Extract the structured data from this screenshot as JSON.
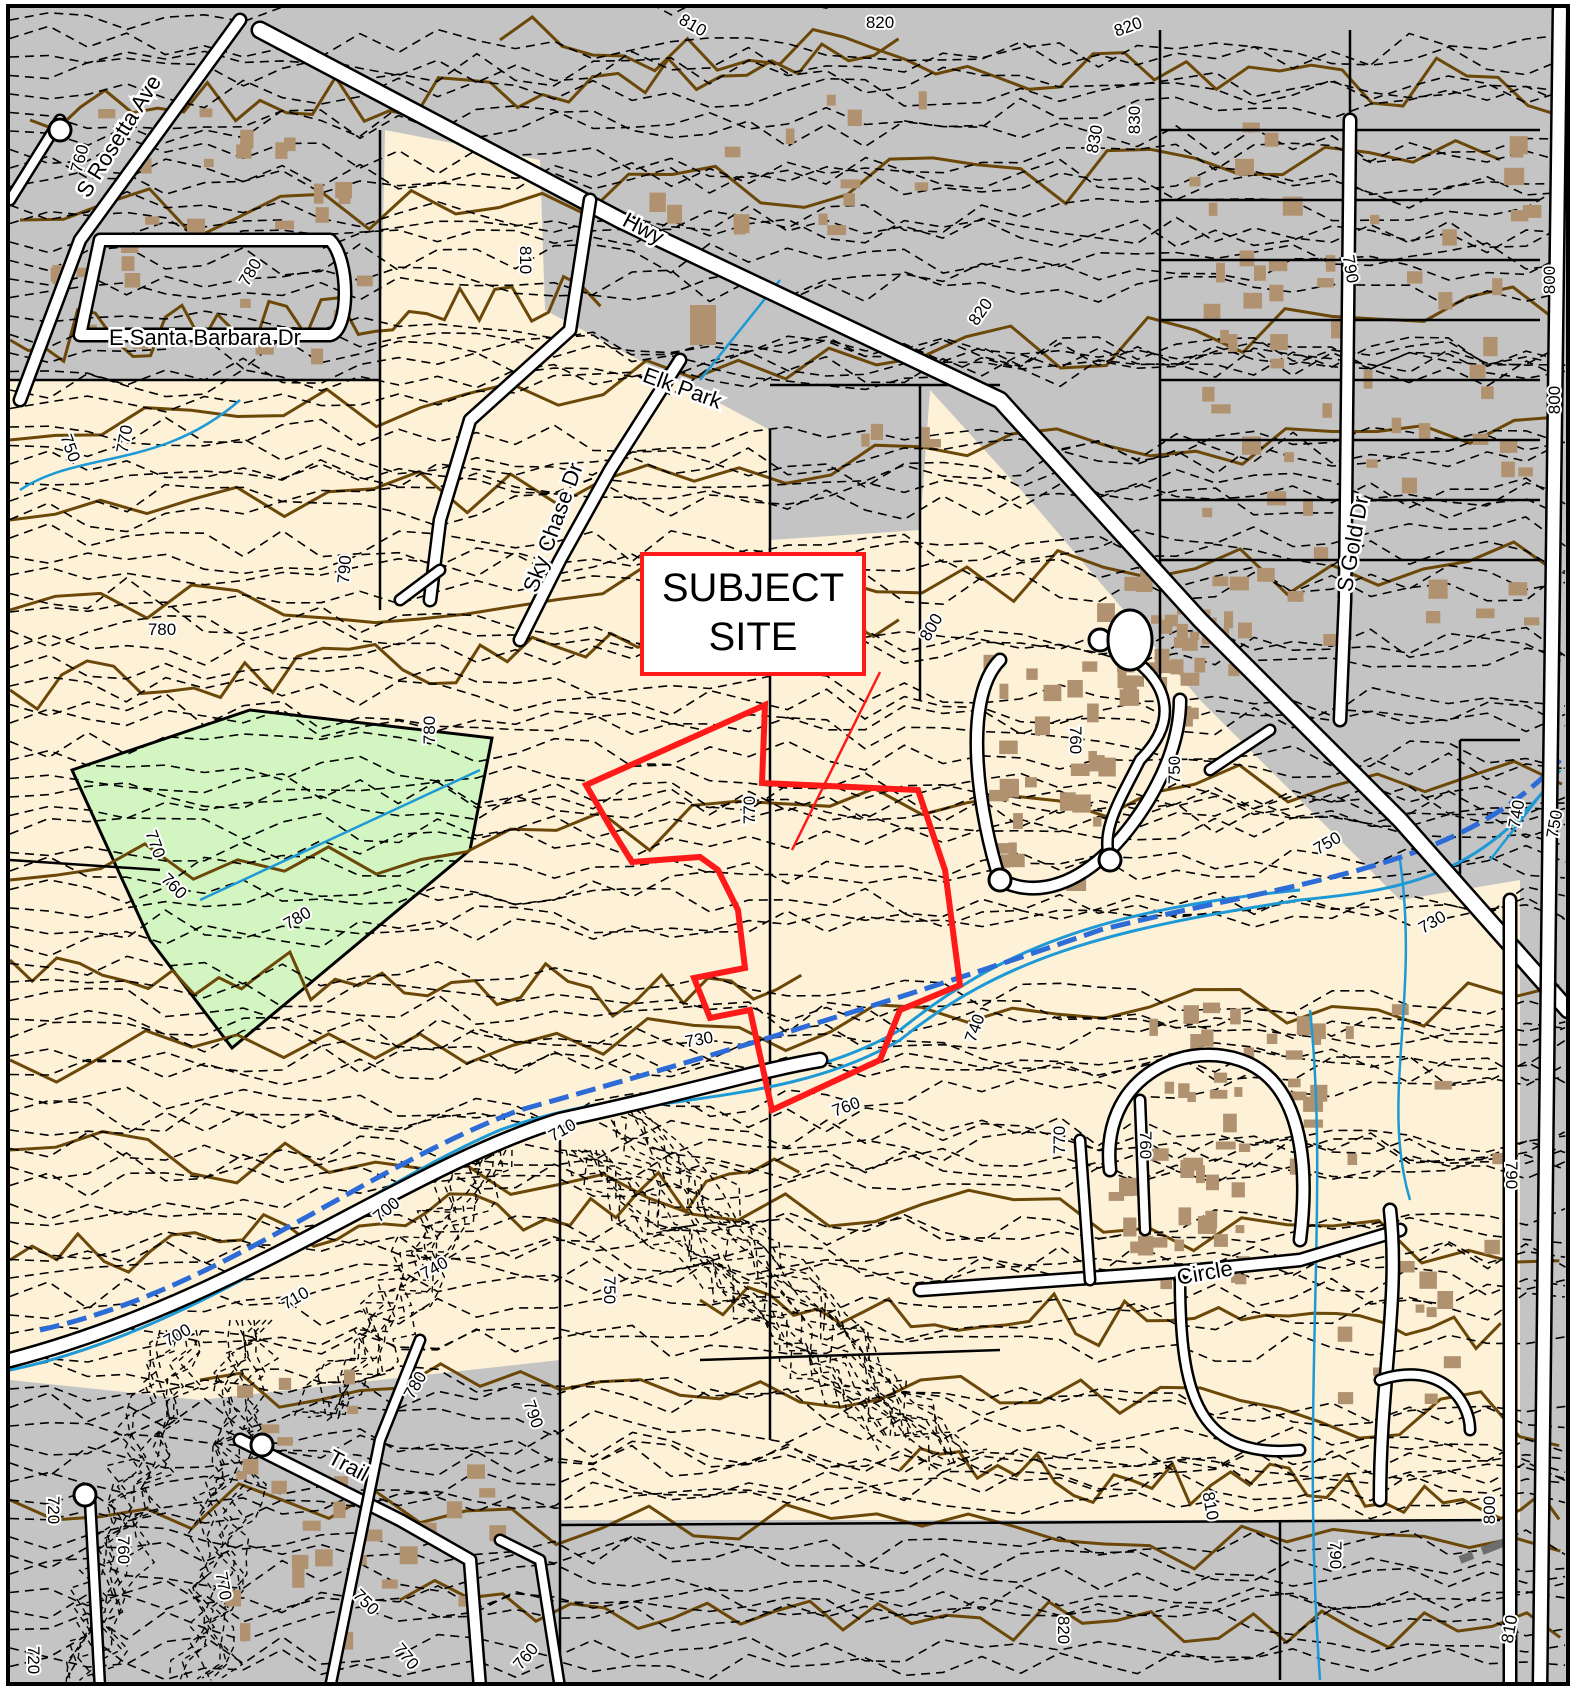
{
  "map": {
    "colors": {
      "background": "#c4c4c4",
      "parcel_fill": "#fdf1d8",
      "park_fill": "#d3f5c1",
      "contour": "#6b4708",
      "road": "#ffffff",
      "road_casing": "#000000",
      "stream": "#1d9ad6",
      "subject_outline": "#ff1a1a",
      "building": "#b09270",
      "frame": "#000000"
    },
    "callout": {
      "line1": "SUBJECT",
      "line2": "SITE"
    },
    "street_labels": [
      "S Rosetta Ave",
      "E Santa Barbara Dr",
      "Hwy",
      "Elk Park",
      "Sky Chase Dr",
      "S Gold Dr",
      "Circle",
      "Trail"
    ],
    "contour_labels": [
      "810",
      "820",
      "820",
      "830",
      "830",
      "790",
      "800",
      "800",
      "760",
      "780",
      "810",
      "820",
      "750",
      "770",
      "790",
      "780",
      "780",
      "770",
      "760",
      "780",
      "770",
      "800",
      "760",
      "750",
      "750",
      "740",
      "750",
      "730",
      "740",
      "730",
      "760",
      "710",
      "700",
      "740",
      "710",
      "700",
      "750",
      "770",
      "760",
      "790",
      "780",
      "790",
      "720",
      "760",
      "770",
      "750",
      "770",
      "720",
      "760",
      "810",
      "820",
      "790",
      "800",
      "810"
    ]
  }
}
